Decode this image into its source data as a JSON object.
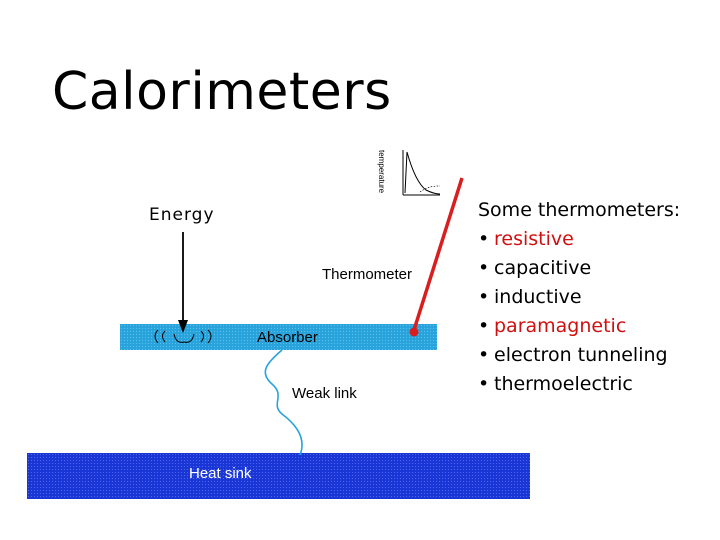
{
  "slide": {
    "title": "Calorimeters"
  },
  "diagram": {
    "energy_label": "Energy",
    "thermometer_label": "Thermometer",
    "absorber_label": "Absorber",
    "weak_link_label": "Weak link",
    "heat_sink_label": "Heat sink",
    "inset_ylabel": "temperature",
    "inset_rotated_label": "",
    "inset_xlabel": "",
    "colors": {
      "absorber": "#29a3dc",
      "heat_sink": "#1a37d6",
      "thermometer": "#d81e1e",
      "weak_link": "#29a3dc"
    }
  },
  "list": {
    "heading": "Some thermometers:",
    "bullet_glyph": "•",
    "items": [
      {
        "text": "resistive",
        "color": "#d01010"
      },
      {
        "text": "capacitive",
        "color": "#000000"
      },
      {
        "text": "inductive",
        "color": "#000000"
      },
      {
        "text": "paramagnetic",
        "color": "#d01010"
      },
      {
        "text": "electron tunneling",
        "color": "#000000"
      },
      {
        "text": "thermoelectric",
        "color": "#000000"
      }
    ]
  }
}
